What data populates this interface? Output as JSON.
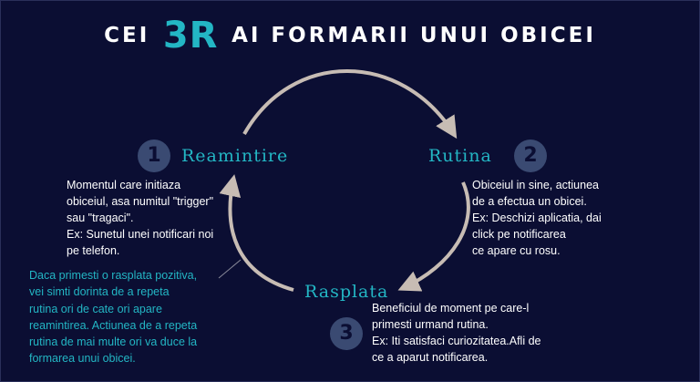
{
  "title": {
    "prefix": "CEI",
    "highlight": "3R",
    "suffix": "AI FORMARII UNUI OBICEI"
  },
  "steps": [
    {
      "number": "1",
      "label": "Reamintire",
      "lines": [
        "Momentul care initiaza",
        "obiceiul, asa numitul \"trigger\"",
        "sau \"tragaci\".",
        "Ex: Sunetul unei notificari noi",
        "pe telefon."
      ]
    },
    {
      "number": "2",
      "label": "Rutina",
      "lines": [
        "Obiceiul in sine, actiunea",
        "de a efectua un obicei.",
        "Ex: Deschizi aplicatia, dai",
        "click pe notificarea",
        "ce apare cu rosu."
      ]
    },
    {
      "number": "3",
      "label": "Rasplata",
      "lines": [
        "Beneficiul de moment pe care-l",
        "primesti urmand rutina.",
        "Ex: Iti satisfaci curiozitatea.Afli de",
        "ce a aparut notificarea."
      ]
    }
  ],
  "note": {
    "lines": [
      "Daca primesti o rasplata pozitiva,",
      "vei simti dorinta de a repeta",
      "rutina ori de cate ori apare",
      "reamintirea. Actiunea de a repeta",
      "rutina de mai multe ori va duce la",
      "formarea unui obicei."
    ]
  },
  "colors": {
    "background": "#0b0e33",
    "accent": "#23b6c4",
    "badge": "#3a4a72",
    "arrow": "#c7bcb4"
  }
}
